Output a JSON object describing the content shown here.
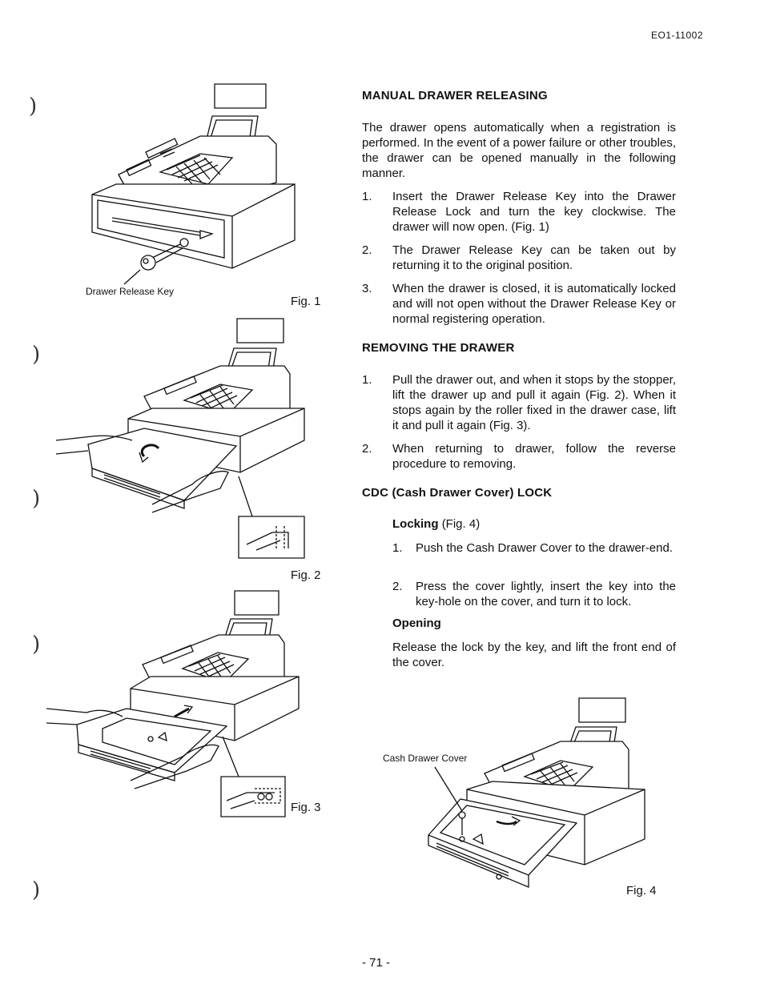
{
  "header": {
    "doc_id": "EO1-11002"
  },
  "margin_marks": [
    ")",
    ")",
    ")",
    ")",
    ")"
  ],
  "figures": {
    "fig1": {
      "label": "Fig. 1",
      "callout": "Drawer Release Key"
    },
    "fig2": {
      "label": "Fig. 2"
    },
    "fig3": {
      "label": "Fig. 3"
    },
    "fig4": {
      "label": "Fig. 4",
      "callout": "Cash Drawer Cover"
    }
  },
  "manual": {
    "title": "MANUAL DRAWER RELEASING",
    "intro": "The drawer opens automatically when a registration is performed. In the event of a power failure or other troubles, the drawer can be opened manually in the following manner.",
    "steps": [
      {
        "num": "1.",
        "text": "Insert the Drawer Release Key into the Drawer Release Lock and turn the key clockwise. The drawer will now open. (Fig. 1)"
      },
      {
        "num": "2.",
        "text": "The Drawer Release Key can be taken out by returning it to the original position."
      },
      {
        "num": "3.",
        "text": "When the drawer is closed, it is automatically locked and will not open without the Drawer Release Key or normal registering operation."
      }
    ]
  },
  "removing": {
    "title": "REMOVING THE DRAWER",
    "steps": [
      {
        "num": "1.",
        "text": "Pull the drawer out, and when it stops by the stopper, lift the drawer up and pull it again (Fig. 2). When it stops again by the roller fixed in the drawer case, lift it and pull it again (Fig. 3)."
      },
      {
        "num": "2.",
        "text": "When returning to drawer, follow the reverse procedure to removing."
      }
    ]
  },
  "cdc": {
    "title": "CDC (Cash Drawer Cover) LOCK",
    "locking": {
      "title": "Locking",
      "ref": "(Fig. 4)",
      "steps": [
        {
          "num": "1.",
          "text": "Push the Cash Drawer Cover to the drawer-end."
        },
        {
          "num": "2.",
          "text": "Press the cover lightly, insert the key into the key-hole on the cover, and turn it to lock."
        }
      ]
    },
    "opening": {
      "title": "Opening",
      "text": "Release the lock by the key, and lift the front end of the cover."
    }
  },
  "footer": {
    "page_number": "- 71 -"
  }
}
